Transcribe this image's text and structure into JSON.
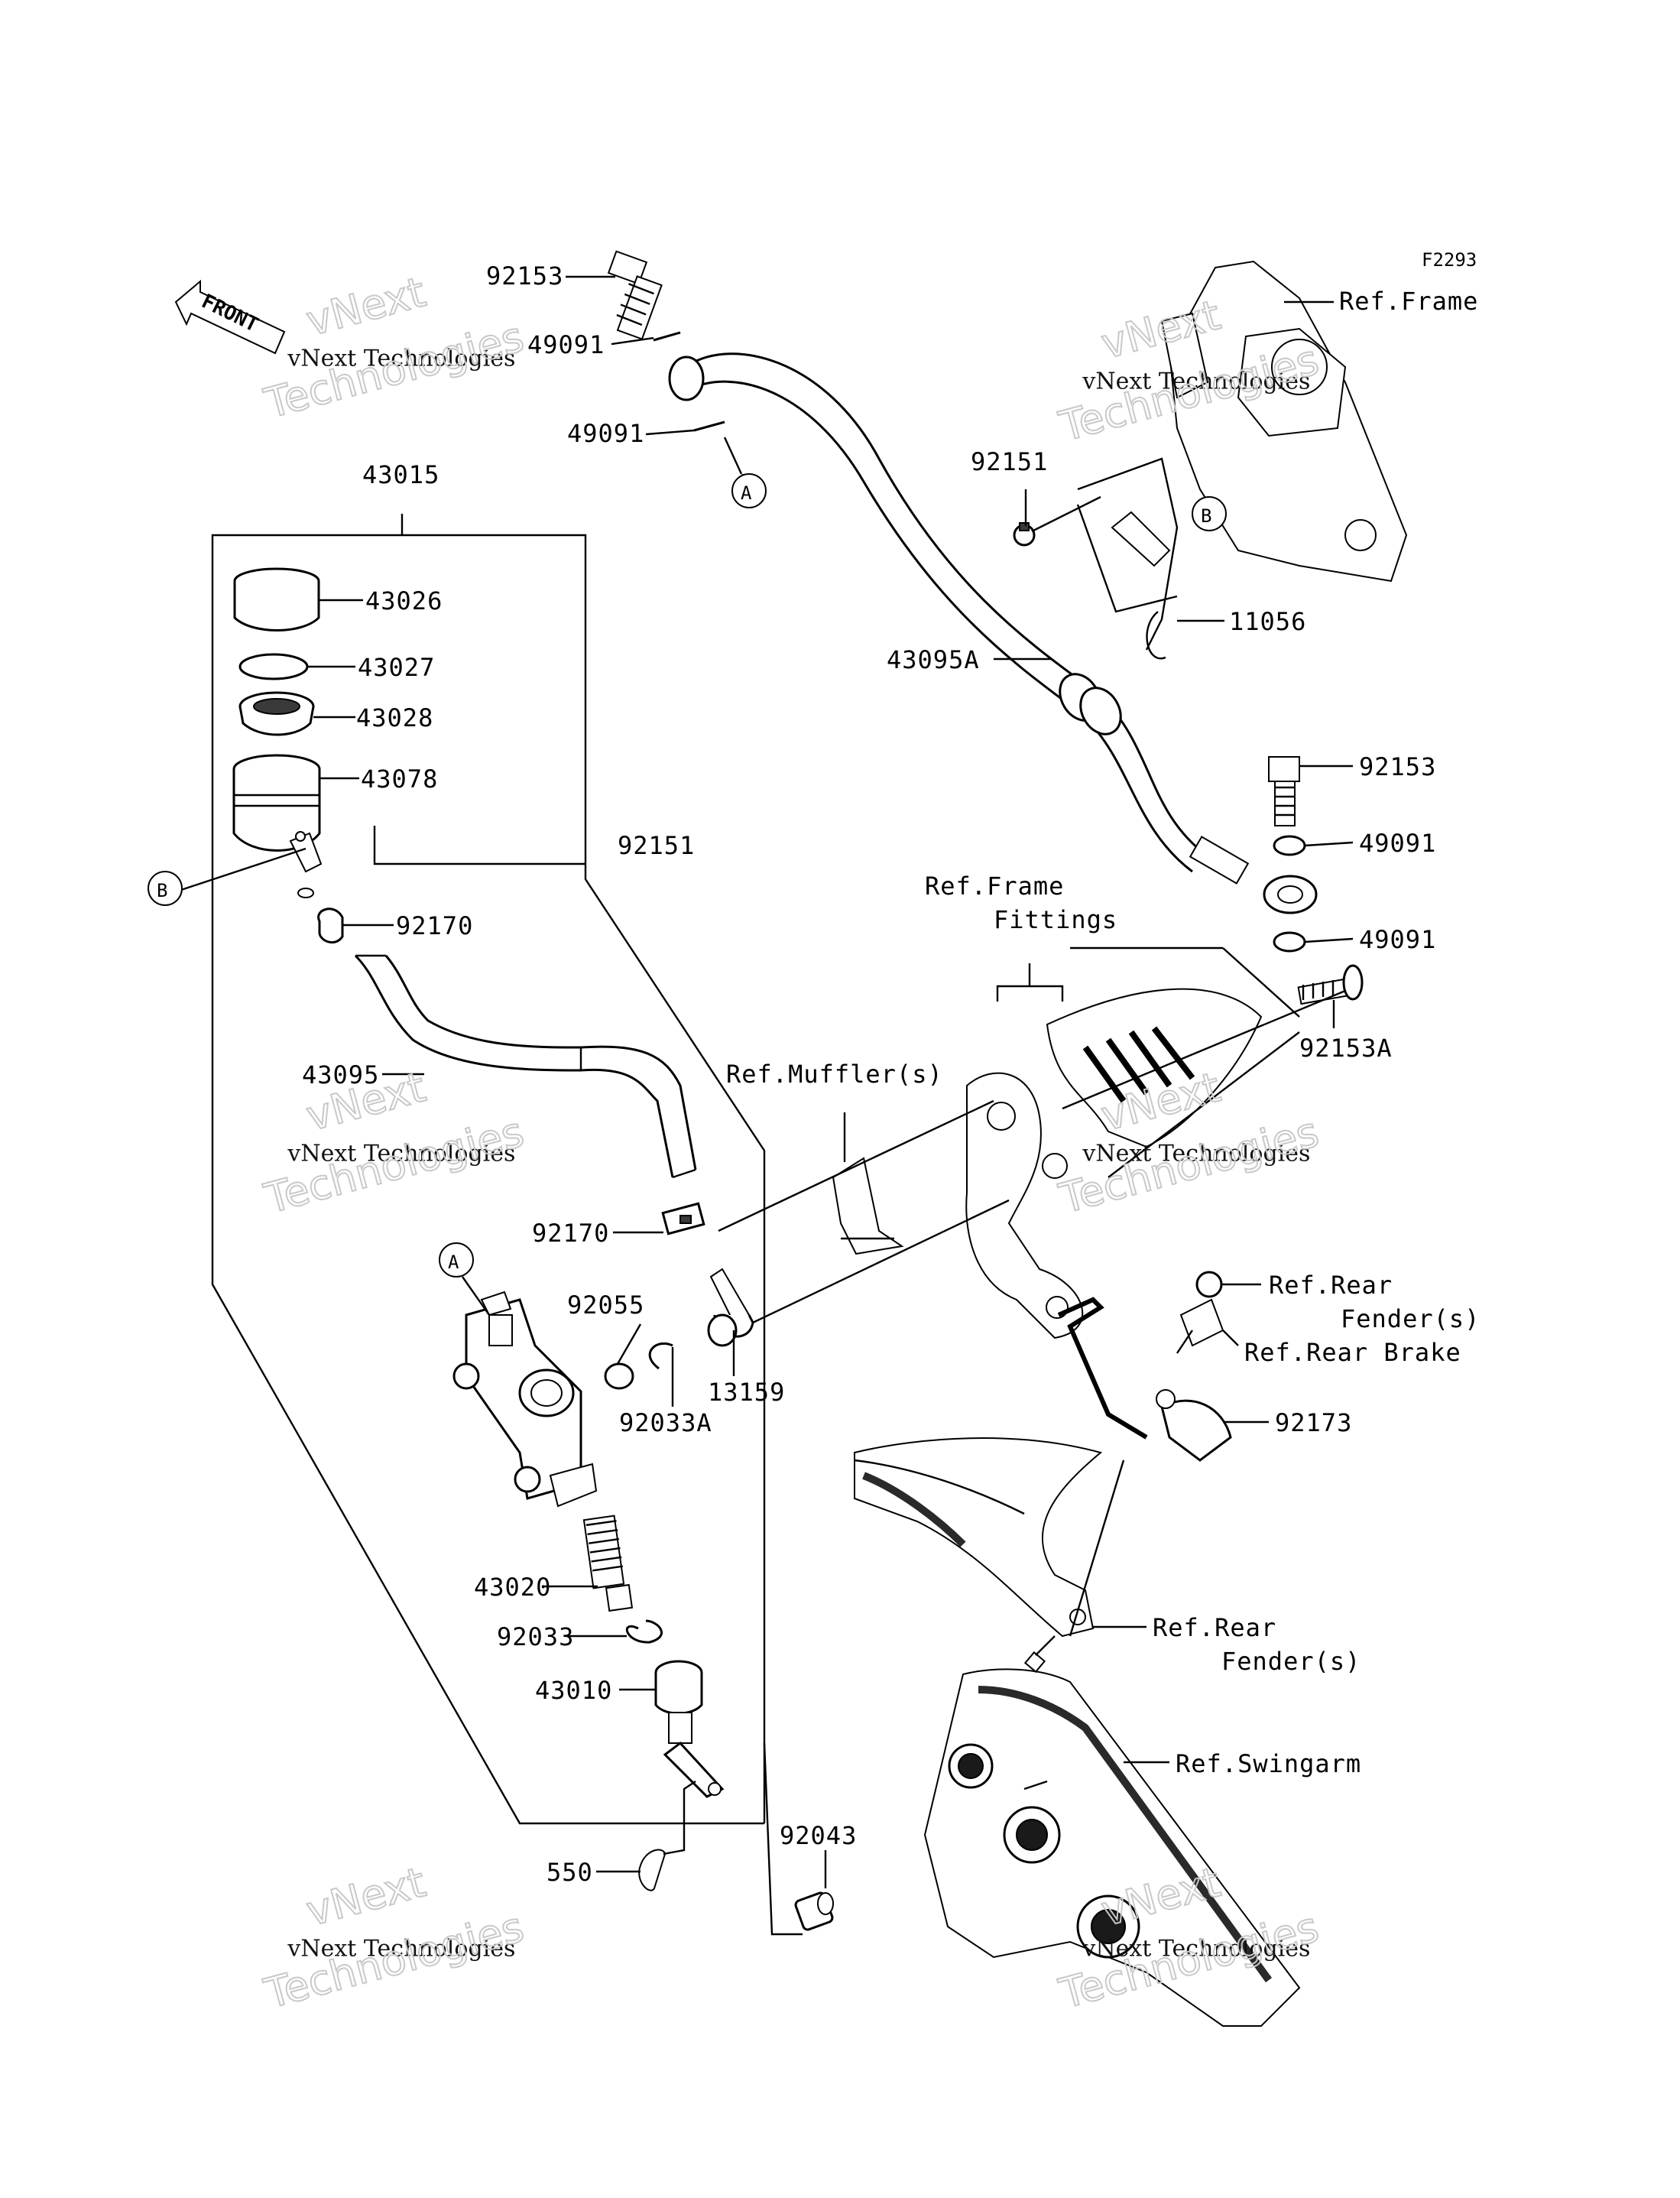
{
  "figure_code": "F2293",
  "front_label": "FRONT",
  "watermark": {
    "company_line": "vNext Technologies",
    "overlay_top": "vNext",
    "overlay_bottom": "Technologies"
  },
  "callouts": {
    "A": "A",
    "B": "B"
  },
  "parts": [
    {
      "id": "p-92153-top",
      "number": "92153"
    },
    {
      "id": "p-49091-a",
      "number": "49091"
    },
    {
      "id": "p-49091-b",
      "number": "49091"
    },
    {
      "id": "p-43015",
      "number": "43015"
    },
    {
      "id": "p-43026",
      "number": "43026"
    },
    {
      "id": "p-43027",
      "number": "43027"
    },
    {
      "id": "p-43028",
      "number": "43028"
    },
    {
      "id": "p-43078",
      "number": "43078"
    },
    {
      "id": "p-92151-left",
      "number": "92151"
    },
    {
      "id": "p-92170-top",
      "number": "92170"
    },
    {
      "id": "p-43095",
      "number": "43095"
    },
    {
      "id": "p-92170-mid",
      "number": "92170"
    },
    {
      "id": "p-92055",
      "number": "92055"
    },
    {
      "id": "p-92033A",
      "number": "92033A"
    },
    {
      "id": "p-13159",
      "number": "13159"
    },
    {
      "id": "p-43020",
      "number": "43020"
    },
    {
      "id": "p-92033",
      "number": "92033"
    },
    {
      "id": "p-43010",
      "number": "43010"
    },
    {
      "id": "p-550",
      "number": "550"
    },
    {
      "id": "p-92043",
      "number": "92043"
    },
    {
      "id": "p-92151-right",
      "number": "92151"
    },
    {
      "id": "p-11056",
      "number": "11056"
    },
    {
      "id": "p-43095A",
      "number": "43095A"
    },
    {
      "id": "p-92153-right",
      "number": "92153"
    },
    {
      "id": "p-49091-c",
      "number": "49091"
    },
    {
      "id": "p-49091-d",
      "number": "49091"
    },
    {
      "id": "p-92153A",
      "number": "92153A"
    },
    {
      "id": "p-92173",
      "number": "92173"
    }
  ],
  "references": {
    "frame": "Ref.Frame",
    "frame_fittings_1": "Ref.Frame",
    "frame_fittings_2": "Fittings",
    "muffler": "Ref.Muffler(s)",
    "rear_fender_1a": "Ref.Rear",
    "rear_fender_1b": "Fender(s)",
    "rear_brake": "Ref.Rear Brake",
    "rear_fender_2a": "Ref.Rear",
    "rear_fender_2b": "Fender(s)",
    "swingarm": "Ref.Swingarm"
  }
}
